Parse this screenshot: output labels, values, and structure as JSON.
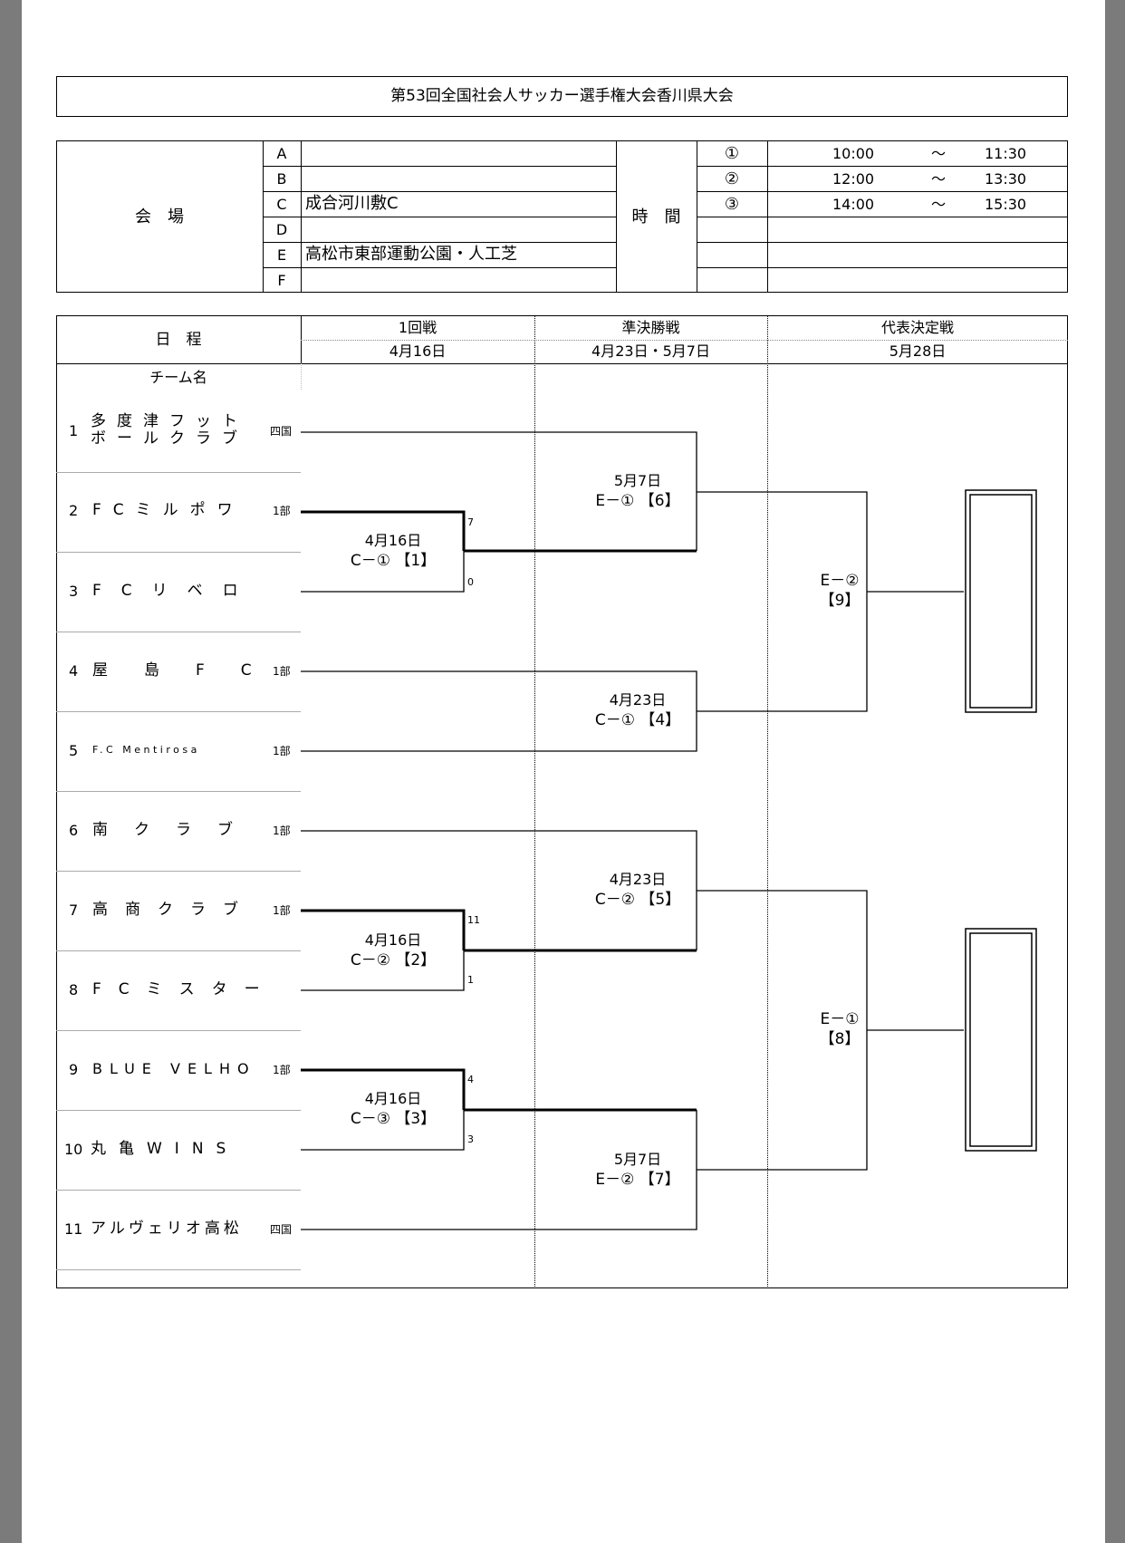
{
  "title": "第53回全国社会人サッカー選手権大会香川県大会",
  "venue": {
    "label": "会　場",
    "rows": [
      {
        "code": "A",
        "name": ""
      },
      {
        "code": "B",
        "name": ""
      },
      {
        "code": "C",
        "name": "成合河川敷C"
      },
      {
        "code": "D",
        "name": ""
      },
      {
        "code": "E",
        "name": "高松市東部運動公園・人工芝"
      },
      {
        "code": "F",
        "name": ""
      }
    ]
  },
  "time": {
    "label": "時　間",
    "rows": [
      {
        "slot": "①",
        "start": "10:00",
        "sep": "～",
        "end": "11:30"
      },
      {
        "slot": "②",
        "start": "12:00",
        "sep": "～",
        "end": "13:30"
      },
      {
        "slot": "③",
        "start": "14:00",
        "sep": "～",
        "end": "15:30"
      }
    ]
  },
  "schedule": {
    "label": "日　程",
    "team_header": "チーム名",
    "rounds": [
      {
        "name": "1回戦",
        "date": "4月16日"
      },
      {
        "name": "準決勝戦",
        "date": "4月23日・5月7日"
      },
      {
        "name": "代表決定戦",
        "date": "5月28日"
      }
    ]
  },
  "teams": [
    {
      "no": "1",
      "name_line1": "多度津フット",
      "name_line2": "ボールクラブ",
      "league": "四国"
    },
    {
      "no": "2",
      "name": "FCミルポワ",
      "league": "1部"
    },
    {
      "no": "3",
      "name": "FCリベロ",
      "league": ""
    },
    {
      "no": "4",
      "name": "屋島FC",
      "league": "1部"
    },
    {
      "no": "5",
      "name": "F.C Mentirosa",
      "league": "1部"
    },
    {
      "no": "6",
      "name": "南クラブ",
      "league": "1部"
    },
    {
      "no": "7",
      "name": "高商クラブ",
      "league": "1部"
    },
    {
      "no": "8",
      "name": "FCミスター",
      "league": ""
    },
    {
      "no": "9",
      "name": "BLUE VELHO",
      "league": "1部"
    },
    {
      "no": "10",
      "name": "丸亀WINS",
      "league": ""
    },
    {
      "no": "11",
      "name": "アルヴェリオ高松",
      "league": "四国"
    }
  ],
  "matches": [
    {
      "id": "m1",
      "date": "4月16日",
      "slot": "C－① 【1】",
      "score_top": "7",
      "score_bottom": "0"
    },
    {
      "id": "m2",
      "date": "4月16日",
      "slot": "C－② 【2】",
      "score_top": "11",
      "score_bottom": "1"
    },
    {
      "id": "m3",
      "date": "4月16日",
      "slot": "C－③ 【3】",
      "score_top": "4",
      "score_bottom": "3"
    },
    {
      "id": "m4",
      "date": "4月23日",
      "slot": "C－① 【4】"
    },
    {
      "id": "m5",
      "date": "4月23日",
      "slot": "C－② 【5】"
    },
    {
      "id": "m6",
      "date": "5月7日",
      "slot": "E－① 【6】"
    },
    {
      "id": "m7",
      "date": "5月7日",
      "slot": "E－② 【7】"
    },
    {
      "id": "m8",
      "slot": "E－①",
      "num": "【8】"
    },
    {
      "id": "m9",
      "slot": "E－②",
      "num": "【9】"
    }
  ]
}
